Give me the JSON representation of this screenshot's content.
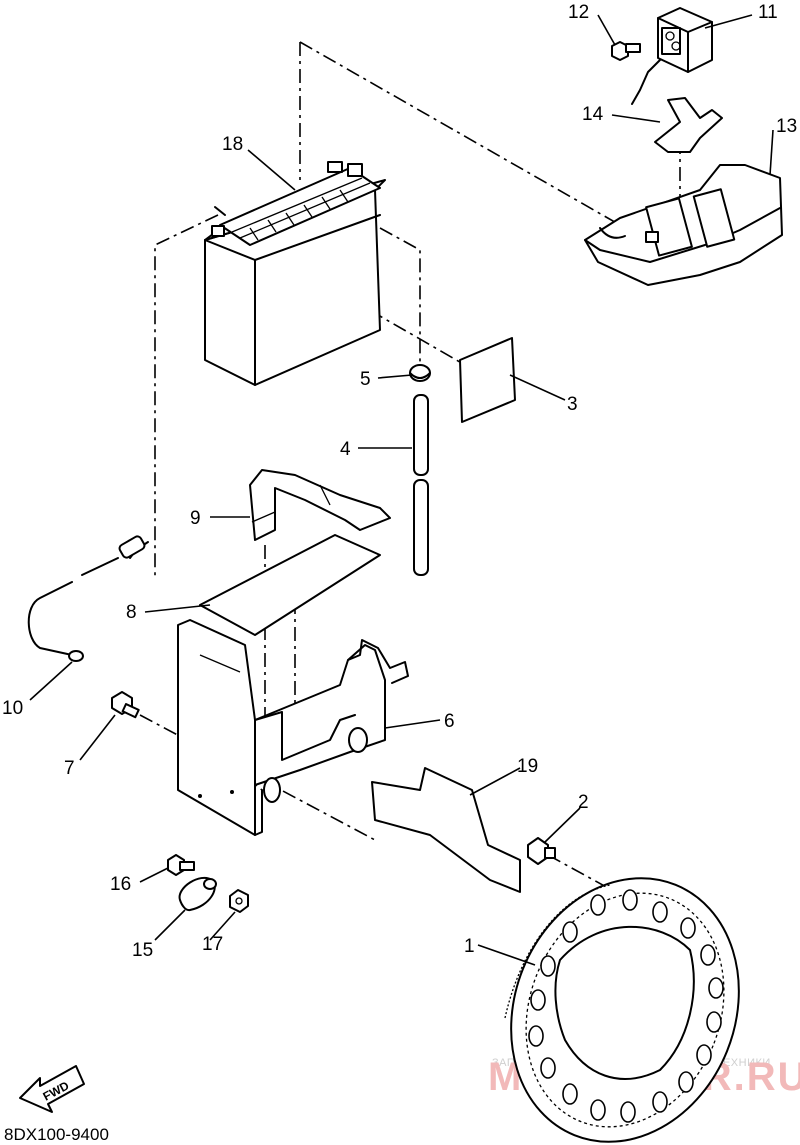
{
  "diagram": {
    "drawing_code": "8DX100-9400",
    "direction_label": "FWD",
    "callouts": [
      "1",
      "2",
      "3",
      "4",
      "5",
      "6",
      "7",
      "8",
      "9",
      "10",
      "11",
      "12",
      "13",
      "14",
      "15",
      "16",
      "17",
      "18",
      "19"
    ],
    "watermark": {
      "line1": "ЗАПЧАСТИ И АКСЕССУАРЫ ДЛЯ МОТОТЕХНИКИ",
      "line2": "MOTOSTOR.RU"
    }
  }
}
